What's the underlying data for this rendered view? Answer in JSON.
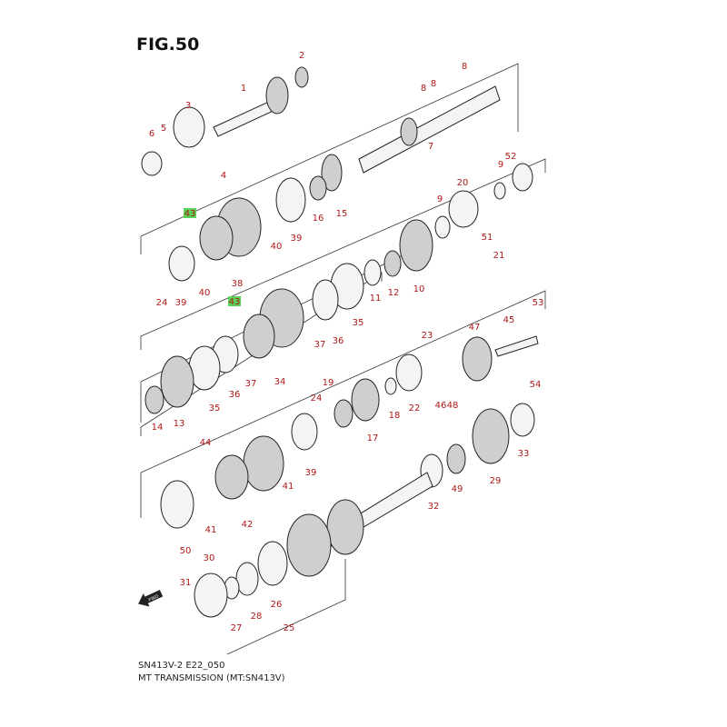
{
  "title": "FIG.50",
  "caption": {
    "code": "SN413V-2 E22_050",
    "name": "MT TRANSMISSION (MT:SN413V)"
  },
  "fwd_icon": "FWD",
  "highlight_color": "#5ad35a",
  "label_color": "#b01818",
  "labels": [
    "1",
    "2",
    "3",
    "4",
    "5",
    "6",
    "7",
    "8",
    "8",
    "8",
    "9",
    "52",
    "20",
    "9",
    "51",
    "21",
    "43",
    "16",
    "15",
    "39",
    "40",
    "38",
    "40",
    "39",
    "24",
    "12",
    "11",
    "10",
    "43",
    "35",
    "36",
    "37",
    "53",
    "45",
    "47",
    "23",
    "34",
    "37",
    "36",
    "35",
    "13",
    "14",
    "19",
    "24",
    "18",
    "22",
    "46",
    "48",
    "17",
    "54",
    "44",
    "39",
    "41",
    "33",
    "29",
    "49",
    "32",
    "42",
    "41",
    "50",
    "30",
    "31",
    "26",
    "28",
    "27",
    "25"
  ]
}
